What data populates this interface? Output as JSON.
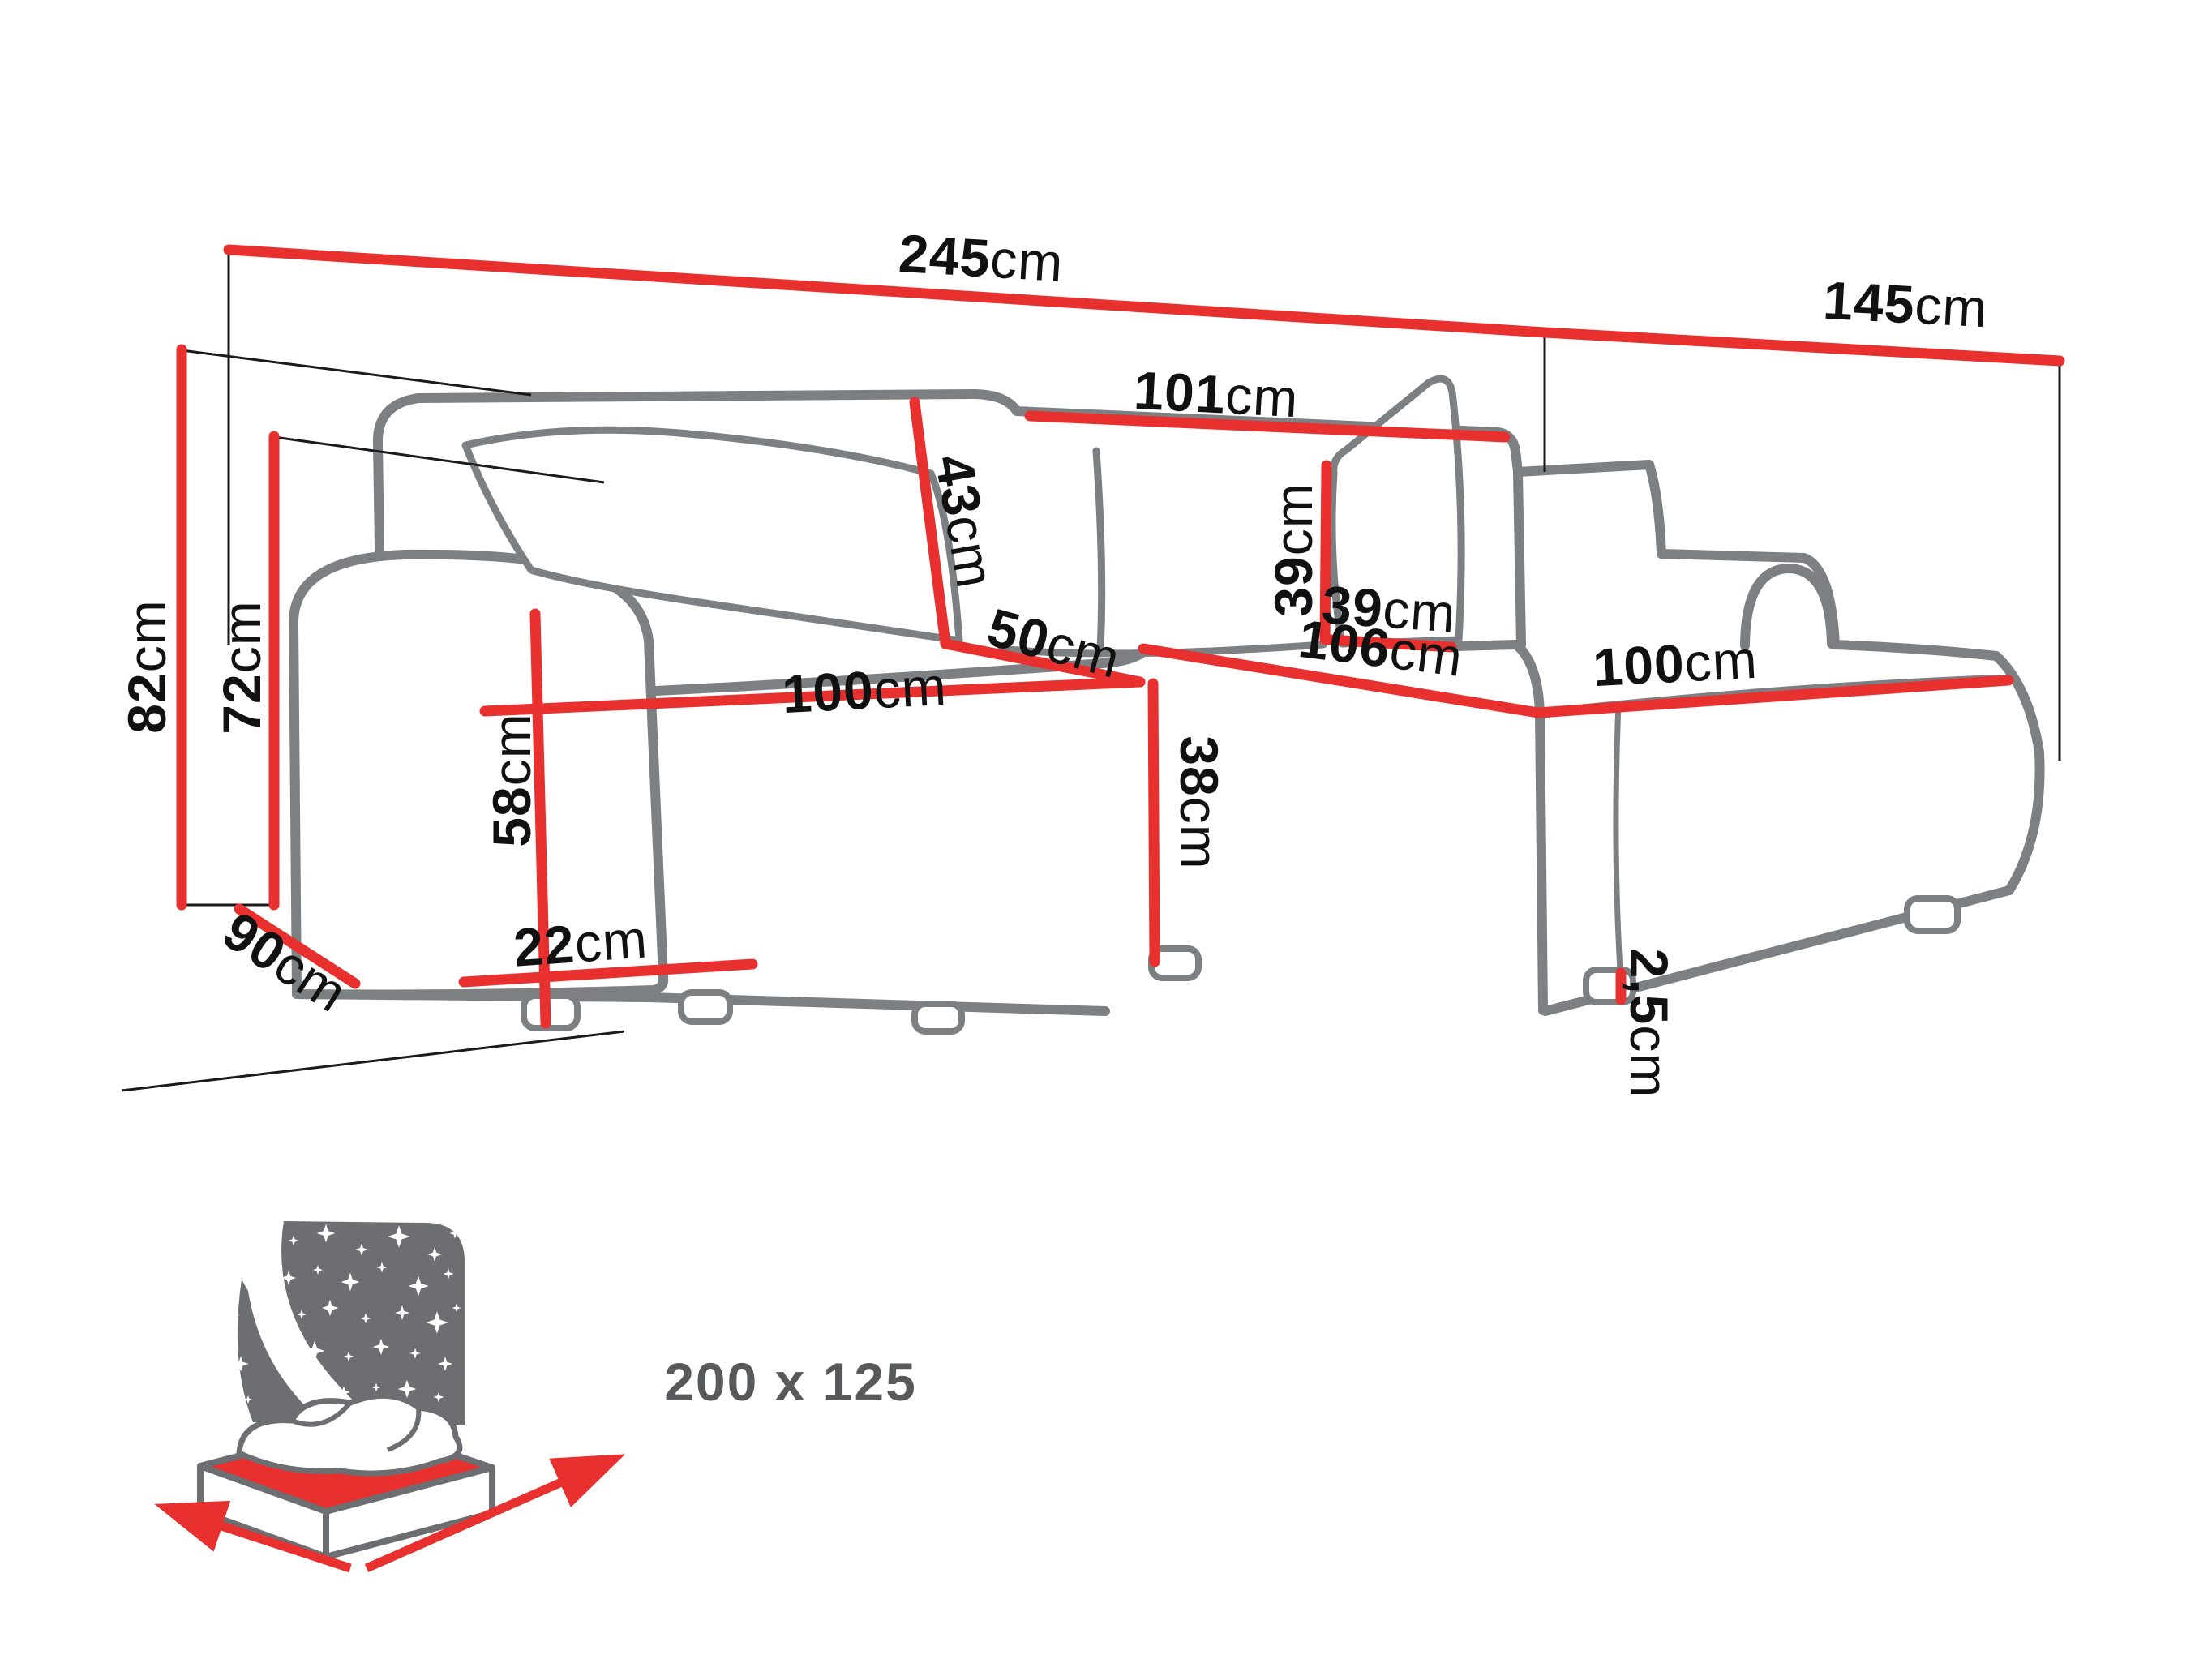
{
  "diagram_type": "corner-sofa dimension drawing",
  "unit": "cm",
  "dimensions": {
    "overall_width": {
      "value": "245",
      "unit": "cm"
    },
    "overall_depth": {
      "value": "145",
      "unit": "cm"
    },
    "backrest_section_width": {
      "value": "101",
      "unit": "cm"
    },
    "overall_height": {
      "value": "82",
      "unit": "cm"
    },
    "backrest_height": {
      "value": "72",
      "unit": "cm"
    },
    "side_depth": {
      "value": "90",
      "unit": "cm"
    },
    "seat_width_left": {
      "value": "100",
      "unit": "cm"
    },
    "back_cushion_height": {
      "value": "43",
      "unit": "cm"
    },
    "seat_depth": {
      "value": "50",
      "unit": "cm"
    },
    "armrest_height": {
      "value": "58",
      "unit": "cm"
    },
    "armrest_width": {
      "value": "22",
      "unit": "cm"
    },
    "seat_height": {
      "value": "38",
      "unit": "cm"
    },
    "chaise_depth": {
      "value": "106",
      "unit": "cm"
    },
    "chaise_width": {
      "value": "100",
      "unit": "cm"
    },
    "pillow_height": {
      "value": "39",
      "unit": "cm"
    },
    "pillow_width": {
      "value": "39",
      "unit": "cm"
    },
    "leg_height": {
      "value": "2,5",
      "unit": "cm"
    }
  },
  "sleeping_function": {
    "bed_size_label": "200 x 125"
  },
  "colors": {
    "dimension_red": "#e8312e",
    "sofa_outline_gray": "#7d8083",
    "bed_icon_gray": "#6d6e71",
    "text_black": "#111111",
    "bed_text_gray": "#58595b",
    "background": "#ffffff"
  }
}
